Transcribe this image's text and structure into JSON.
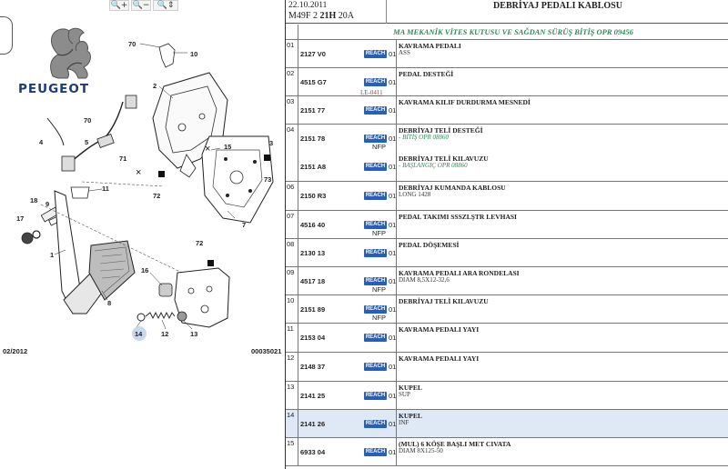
{
  "toolbar": {
    "zoom_in": "🔍+",
    "zoom_out": "🔍−",
    "zoom_fit": "🔍⇕"
  },
  "brand": {
    "name": "PEUGEOT"
  },
  "diagram": {
    "labels": [
      "70",
      "10",
      "2",
      "70",
      "4",
      "5",
      "71",
      "15",
      "3",
      "73",
      "72",
      "11",
      "18",
      "9",
      "17",
      "1",
      "7",
      "72",
      "16",
      "8",
      "14",
      "12",
      "13"
    ],
    "footer_left": "02/2012",
    "footer_right": "00035021"
  },
  "header": {
    "date": "22.10.2011",
    "model_a": "M49F 2",
    "model_b": "21H",
    "model_c": "20A",
    "title": "DEBRİYAJ PEDALI KABLOSU"
  },
  "qualifier": "MA MEKANİK VİTES KUTUSU VE SAĞDAN SÜRÜŞ BİTİŞ OPR 09456",
  "reach_label": "REACH",
  "rows": [
    {
      "idx": "01",
      "subs": [
        {
          "ref": "2127 V0",
          "qty": "01",
          "name": "KAVRAMA PEDALI",
          "detail": "ASS"
        }
      ]
    },
    {
      "idx": "02",
      "subs": [
        {
          "ref": "4515 G7",
          "qty": "01",
          "name": "PEDAL DESTEĞİ",
          "detail": "",
          "link": "LE-0411"
        }
      ]
    },
    {
      "idx": "03",
      "subs": [
        {
          "ref": "2151 77",
          "qty": "01",
          "name": "KAVRAMA KILIF DURDURMA MESNEDİ",
          "detail": ""
        }
      ]
    },
    {
      "idx": "04",
      "subs": [
        {
          "ref": "2151 78",
          "qty": "01",
          "nfp": "NFP",
          "name": "DEBRİYAJ TELİ DESTEĞİ",
          "detail": "- BİTİŞ OPR 08860",
          "green": true
        },
        {
          "ref": "2151 A8",
          "qty": "01",
          "name": "DEBRİYAJ TELİ KILAVUZU",
          "detail": "- BAŞLANGIÇ OPR 08860",
          "green": true
        }
      ]
    },
    {
      "idx": "06",
      "subs": [
        {
          "ref": "2150 R3",
          "qty": "01",
          "name": "DEBRİYAJ KUMANDA KABLOSU",
          "detail": "LONG 1428"
        }
      ]
    },
    {
      "idx": "07",
      "subs": [
        {
          "ref": "4516 40",
          "qty": "01",
          "nfp": "NFP",
          "name": "PEDAL TAKIMI SSSZLŞTR LEVHASI",
          "detail": ""
        }
      ]
    },
    {
      "idx": "08",
      "subs": [
        {
          "ref": "2130 13",
          "qty": "01",
          "name": "PEDAL DÖŞEMESİ",
          "detail": ""
        }
      ]
    },
    {
      "idx": "09",
      "subs": [
        {
          "ref": "4517 18",
          "qty": "01",
          "nfp": "NFP",
          "name": "KAVRAMA PEDALI ARA RONDELASI",
          "detail": "DIAM 8,5X12-32,6"
        }
      ]
    },
    {
      "idx": "10",
      "subs": [
        {
          "ref": "2151 89",
          "qty": "01",
          "nfp": "NFP",
          "name": "DEBRİYAJ TELİ KILAVUZU",
          "detail": ""
        }
      ]
    },
    {
      "idx": "11",
      "subs": [
        {
          "ref": "2153 04",
          "qty": "01",
          "name": "KAVRAMA PEDALI YAYI",
          "detail": ""
        }
      ]
    },
    {
      "idx": "12",
      "subs": [
        {
          "ref": "2148 37",
          "qty": "01",
          "name": "KAVRAMA PEDALI YAYI",
          "detail": ""
        }
      ]
    },
    {
      "idx": "13",
      "subs": [
        {
          "ref": "2141 25",
          "qty": "01",
          "name": "KUPEL",
          "detail": "SUP"
        }
      ]
    },
    {
      "idx": "14",
      "highlight": true,
      "subs": [
        {
          "ref": "2141 26",
          "qty": "01",
          "name": "KUPEL",
          "detail": "INF"
        }
      ]
    },
    {
      "idx": "15",
      "subs": [
        {
          "ref": "6933 04",
          "qty": "01",
          "name": "(MUL) 6 KÖŞE BAŞLI MET CIVATA",
          "detail": "DIAM 8X125-50"
        }
      ]
    }
  ]
}
